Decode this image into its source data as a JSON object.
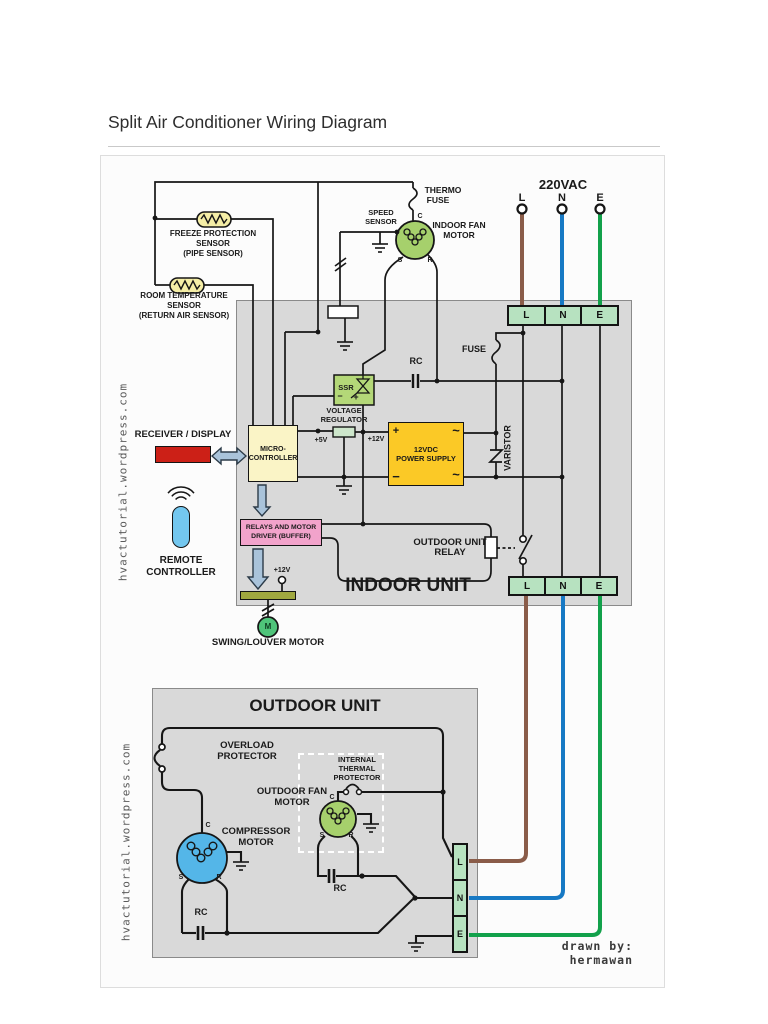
{
  "title": "Split Air Conditioner Wiring Diagram",
  "watermark": "hvactutorial.wordpress.com",
  "credit": {
    "line1": "drawn by:",
    "line2": "hermawan"
  },
  "supply": {
    "voltage": "220VAC",
    "l": "L",
    "n": "N",
    "e": "E"
  },
  "indoor": {
    "unit": "INDOOR UNIT",
    "freeze": {
      "l1": "FREEZE PROTECTION",
      "l2": "SENSOR",
      "l3": "(PIPE SENSOR)"
    },
    "room": {
      "l1": "ROOM TEMPERATURE",
      "l2": "SENSOR",
      "l3": "(RETURN AIR SENSOR)"
    },
    "thermo": {
      "l1": "THERMO",
      "l2": "FUSE"
    },
    "speed": {
      "l1": "SPEED",
      "l2": "SENSOR"
    },
    "fan": {
      "l1": "INDOOR FAN",
      "l2": "MOTOR",
      "c": "C",
      "s": "S",
      "r": "R"
    },
    "fuse": "FUSE",
    "rc": "RC",
    "ssr": {
      "label": "SSR",
      "minus": "−",
      "plus": "+"
    },
    "reg": {
      "l1": "VOLTAGE",
      "l2": "REGULATOR",
      "v5": "+5V",
      "v12": "+12V"
    },
    "psu": {
      "l1": "12VDC",
      "l2": "POWER SUPPLY",
      "plus": "+",
      "minus": "−",
      "ac": "~"
    },
    "varistor": "VARISTOR",
    "micro": {
      "l1": "MICRO-",
      "l2": "CONTROLLER"
    },
    "receiver": "RECEIVER / DISPLAY",
    "remote": {
      "l1": "REMOTE",
      "l2": "CONTROLLER"
    },
    "relays": {
      "l1": "RELAYS AND MOTOR",
      "l2": "DRIVER (BUFFER)"
    },
    "ou_relay": {
      "l1": "OUTDOOR UNIT",
      "l2": "RELAY"
    },
    "swing": {
      "v12": "+12V",
      "m": "M",
      "label": "SWING/LOUVER MOTOR"
    },
    "tt": {
      "l": "L",
      "n": "N",
      "e": "E"
    },
    "tb": {
      "l": "L",
      "n": "N",
      "e": "E"
    }
  },
  "outdoor": {
    "unit": "OUTDOOR UNIT",
    "overload": {
      "l1": "OVERLOAD",
      "l2": "PROTECTOR"
    },
    "thermal": {
      "l1": "INTERNAL",
      "l2": "THERMAL",
      "l3": "PROTECTOR"
    },
    "fan": {
      "l1": "OUTDOOR FAN",
      "l2": "MOTOR",
      "c": "C",
      "s": "S",
      "r": "R"
    },
    "comp": {
      "l1": "COMPRESSOR",
      "l2": "MOTOR",
      "c": "C",
      "s": "S",
      "r": "R"
    },
    "rc_fan": "RC",
    "rc_comp": "RC",
    "t": {
      "l": "L",
      "n": "N",
      "e": "E"
    }
  },
  "colors": {
    "line_brown": "#8a5c49",
    "neutral_blue": "#1779c4",
    "earth_green": "#12a14b",
    "terminal_green": "#b7e2c0",
    "psu_yellow": "#fbc926",
    "ssr_green": "#b4d878",
    "micro_cream": "#faf4c6",
    "relay_pink": "#f2a3cb",
    "receiver_red": "#cc2017",
    "remote_blue": "#73c7ef",
    "motor_green": "#a6d06c",
    "compressor_blue": "#54b6e8"
  }
}
